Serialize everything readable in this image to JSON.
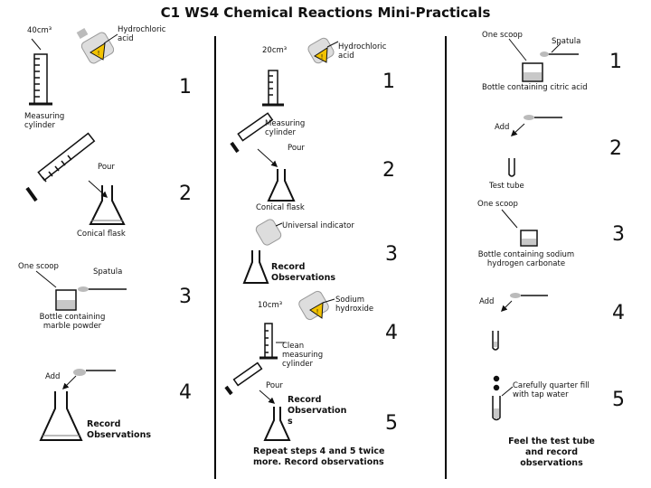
{
  "title": "C1 WS4 Chemical Reactions Mini-Practicals",
  "col1": {
    "vol_label": "40cm³",
    "acid_label": "Hydrochloric acid",
    "measuring_cylinder": "Measuring cylinder",
    "pour": "Pour",
    "conical_flask": "Conical flask",
    "one_scoop": "One scoop",
    "spatula": "Spatula",
    "bottle_marble": "Bottle containing marble powder",
    "add": "Add",
    "record": "Record Observations",
    "steps": [
      "1",
      "2",
      "3",
      "4"
    ]
  },
  "col2": {
    "vol_label": "20cm³",
    "acid_label": "Hydrochloric acid",
    "measuring_cylinder": "Measuring cylinder",
    "pour": "Pour",
    "conical_flask": "Conical flask",
    "universal_indicator": "Universal indicator",
    "record1": "Record Observations",
    "vol_label2": "10cm³",
    "sodium_hydroxide": "Sodium hydroxide",
    "clean_cylinder": "Clean measuring cylinder",
    "pour2": "Pour",
    "record2": "Record Observation s",
    "repeat": "Repeat steps 4 and 5 twice more. Record observations",
    "steps": [
      "1",
      "2",
      "3",
      "4",
      "5"
    ]
  },
  "col3": {
    "one_scoop": "One scoop",
    "spatula": "Spatula",
    "bottle_citric": "Bottle containing citric acid",
    "add": "Add",
    "test_tube": "Test tube",
    "one_scoop2": "One scoop",
    "bottle_bicarb": "Bottle containing sodium hydrogen carbonate",
    "add2": "Add",
    "quarter_fill": "Carefully quarter fill with tap water",
    "feel": "Feel the test tube and record observations",
    "steps": [
      "1",
      "2",
      "3",
      "4",
      "5"
    ]
  },
  "colors": {
    "ink": "#111111",
    "hazard": "#f2c200",
    "liquid": "#c8c8c8",
    "glass_fill": "#eeeeee"
  }
}
